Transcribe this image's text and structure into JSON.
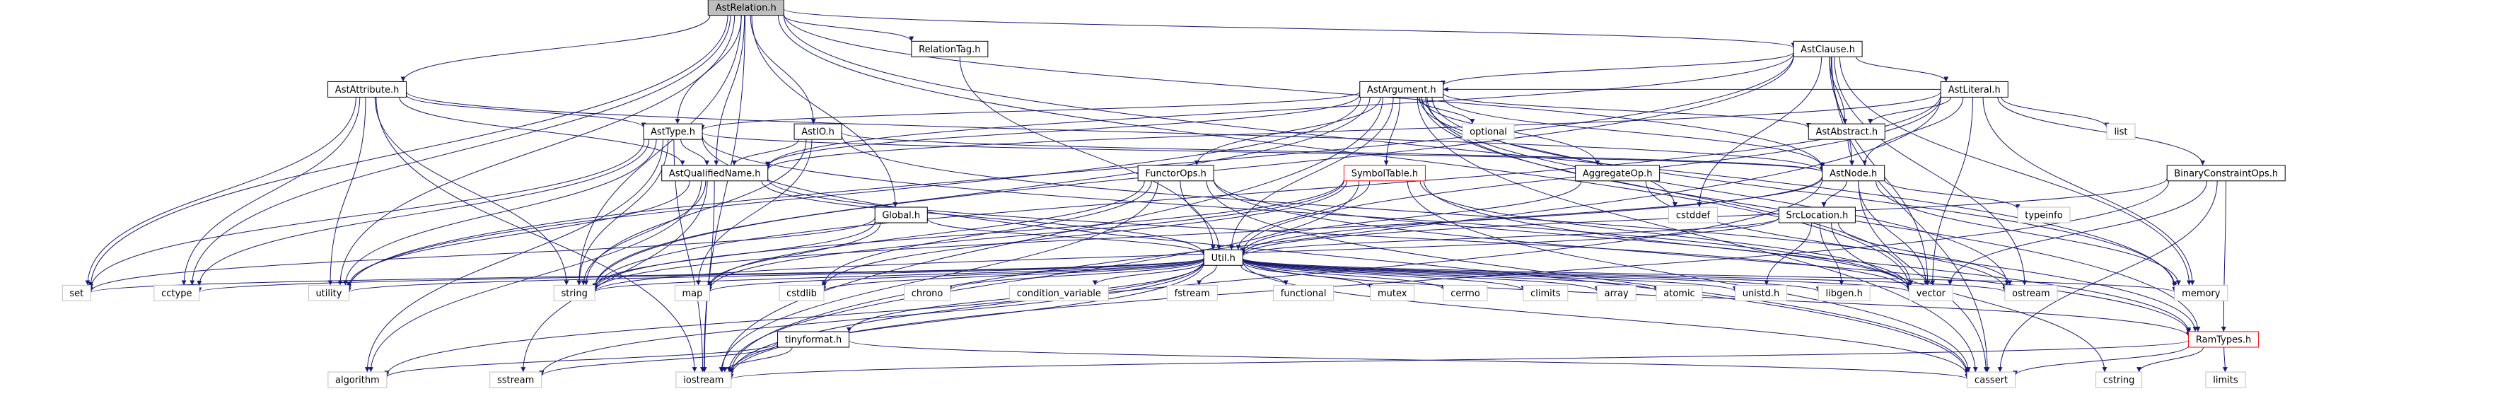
{
  "diagram": {
    "type": "include-dependency-graph",
    "root": "AstRelation.h",
    "colors": {
      "edge": "#191970",
      "node_border": "#bfbfbf",
      "node_fill": "#ffffff",
      "root_fill": "#bfbfbf",
      "root_border": "#000000",
      "documented_border": "#000000",
      "highlighted_border": "#ff0000",
      "text": "#000000",
      "external_text": "#000000"
    },
    "nodes": [
      {
        "id": "AstRelation",
        "label": "AstRelation.h",
        "kind": "root"
      },
      {
        "id": "RelationTag",
        "label": "RelationTag.h",
        "kind": "documented"
      },
      {
        "id": "AstClause",
        "label": "AstClause.h",
        "kind": "documented"
      },
      {
        "id": "AstAttribute",
        "label": "AstAttribute.h",
        "kind": "documented"
      },
      {
        "id": "AstArgument",
        "label": "AstArgument.h",
        "kind": "documented"
      },
      {
        "id": "AstLiteral",
        "label": "AstLiteral.h",
        "kind": "documented"
      },
      {
        "id": "AstType",
        "label": "AstType.h",
        "kind": "documented"
      },
      {
        "id": "AstIO",
        "label": "AstIO.h",
        "kind": "documented"
      },
      {
        "id": "optional",
        "label": "optional",
        "kind": "external"
      },
      {
        "id": "AstAbstract",
        "label": "AstAbstract.h",
        "kind": "documented"
      },
      {
        "id": "list",
        "label": "list",
        "kind": "external"
      },
      {
        "id": "AstNode",
        "label": "AstNode.h",
        "kind": "documented"
      },
      {
        "id": "AstQualifiedName",
        "label": "AstQualifiedName.h",
        "kind": "documented"
      },
      {
        "id": "FunctorOps",
        "label": "FunctorOps.h",
        "kind": "documented"
      },
      {
        "id": "SymbolTable",
        "label": "SymbolTable.h",
        "kind": "highlighted"
      },
      {
        "id": "AggregateOp",
        "label": "AggregateOp.h",
        "kind": "documented"
      },
      {
        "id": "BinaryConstraintOps",
        "label": "BinaryConstraintOps.h",
        "kind": "documented"
      },
      {
        "id": "Global",
        "label": "Global.h",
        "kind": "documented"
      },
      {
        "id": "cstddef",
        "label": "cstddef",
        "kind": "external"
      },
      {
        "id": "SrcLocation",
        "label": "SrcLocation.h",
        "kind": "documented"
      },
      {
        "id": "typeinfo",
        "label": "typeinfo",
        "kind": "external"
      },
      {
        "id": "Util",
        "label": "Util.h",
        "kind": "documented"
      },
      {
        "id": "set",
        "label": "set",
        "kind": "external"
      },
      {
        "id": "cctype",
        "label": "cctype",
        "kind": "external"
      },
      {
        "id": "utility",
        "label": "utility",
        "kind": "external"
      },
      {
        "id": "string",
        "label": "string",
        "kind": "external"
      },
      {
        "id": "map",
        "label": "map",
        "kind": "external"
      },
      {
        "id": "cstdlib",
        "label": "cstdlib",
        "kind": "external"
      },
      {
        "id": "chrono",
        "label": "chrono",
        "kind": "external"
      },
      {
        "id": "condition_variable",
        "label": "condition_variable",
        "kind": "external"
      },
      {
        "id": "fstream",
        "label": "fstream",
        "kind": "external"
      },
      {
        "id": "functional",
        "label": "functional",
        "kind": "external"
      },
      {
        "id": "mutex",
        "label": "mutex",
        "kind": "external"
      },
      {
        "id": "cerrno",
        "label": "cerrno",
        "kind": "external"
      },
      {
        "id": "climits",
        "label": "climits",
        "kind": "external"
      },
      {
        "id": "array",
        "label": "array",
        "kind": "external"
      },
      {
        "id": "atomic",
        "label": "atomic",
        "kind": "external"
      },
      {
        "id": "unistd",
        "label": "unistd.h",
        "kind": "external"
      },
      {
        "id": "libgen",
        "label": "libgen.h",
        "kind": "external"
      },
      {
        "id": "vector",
        "label": "vector",
        "kind": "external"
      },
      {
        "id": "ostream",
        "label": "ostream",
        "kind": "external"
      },
      {
        "id": "memory",
        "label": "memory",
        "kind": "external"
      },
      {
        "id": "tinyformat",
        "label": "tinyformat.h",
        "kind": "documented"
      },
      {
        "id": "RamTypes",
        "label": "RamTypes.h",
        "kind": "highlighted"
      },
      {
        "id": "algorithm",
        "label": "algorithm",
        "kind": "external"
      },
      {
        "id": "sstream",
        "label": "sstream",
        "kind": "external"
      },
      {
        "id": "iostream",
        "label": "iostream",
        "kind": "external"
      },
      {
        "id": "cassert",
        "label": "cassert",
        "kind": "external"
      },
      {
        "id": "cstring",
        "label": "cstring",
        "kind": "external"
      },
      {
        "id": "limits",
        "label": "limits",
        "kind": "external"
      }
    ],
    "edges": [
      [
        "AstRelation",
        "RelationTag"
      ],
      [
        "AstRelation",
        "AstClause"
      ],
      [
        "AstRelation",
        "AstAttribute"
      ],
      [
        "AstRelation",
        "AstType"
      ],
      [
        "AstRelation",
        "AstIO"
      ],
      [
        "AstRelation",
        "AstQualifiedName"
      ],
      [
        "AstRelation",
        "AstNode"
      ],
      [
        "AstRelation",
        "Global"
      ],
      [
        "AstRelation",
        "string"
      ],
      [
        "AstRelation",
        "set"
      ],
      [
        "AstRelation",
        "cctype"
      ],
      [
        "AstRelation",
        "iostream"
      ],
      [
        "AstRelation",
        "memory"
      ],
      [
        "AstRelation",
        "vector"
      ],
      [
        "AstRelation",
        "utility"
      ],
      [
        "RelationTag",
        "Util"
      ],
      [
        "AstClause",
        "AstArgument"
      ],
      [
        "AstClause",
        "AstLiteral"
      ],
      [
        "AstClause",
        "AstAbstract"
      ],
      [
        "AstClause",
        "AstNode"
      ],
      [
        "AstClause",
        "AstQualifiedName"
      ],
      [
        "AstClause",
        "cstddef"
      ],
      [
        "AstClause",
        "memory"
      ],
      [
        "AstClause",
        "ostream"
      ],
      [
        "AstClause",
        "vector"
      ],
      [
        "AstClause",
        "utility"
      ],
      [
        "AstClause",
        "cassert"
      ],
      [
        "AstClause",
        "string"
      ],
      [
        "AstAttribute",
        "AstType"
      ],
      [
        "AstAttribute",
        "AstNode"
      ],
      [
        "AstAttribute",
        "AstQualifiedName"
      ],
      [
        "AstAttribute",
        "set"
      ],
      [
        "AstAttribute",
        "cctype"
      ],
      [
        "AstAttribute",
        "iostream"
      ],
      [
        "AstAttribute",
        "string"
      ],
      [
        "AstAttribute",
        "utility"
      ],
      [
        "AstArgument",
        "AstAbstract"
      ],
      [
        "AstArgument",
        "AstNode"
      ],
      [
        "AstArgument",
        "AstType"
      ],
      [
        "AstArgument",
        "FunctorOps"
      ],
      [
        "AstArgument",
        "SymbolTable"
      ],
      [
        "AstArgument",
        "AggregateOp"
      ],
      [
        "AstArgument",
        "optional"
      ],
      [
        "AstArgument",
        "AstQualifiedName"
      ],
      [
        "AstArgument",
        "RamTypes"
      ],
      [
        "AstArgument",
        "Util"
      ],
      [
        "AstArgument",
        "cassert"
      ],
      [
        "AstArgument",
        "cstddef"
      ],
      [
        "AstArgument",
        "iostream"
      ],
      [
        "AstArgument",
        "memory"
      ],
      [
        "AstArgument",
        "string"
      ],
      [
        "AstArgument",
        "utility"
      ],
      [
        "AstArgument",
        "vector"
      ],
      [
        "AstArgument",
        "ostream"
      ],
      [
        "AstLiteral",
        "AstAbstract"
      ],
      [
        "AstLiteral",
        "AstArgument"
      ],
      [
        "AstLiteral",
        "AstNode"
      ],
      [
        "AstLiteral",
        "AstQualifiedName"
      ],
      [
        "AstLiteral",
        "BinaryConstraintOps"
      ],
      [
        "AstLiteral",
        "list"
      ],
      [
        "AstLiteral",
        "memory"
      ],
      [
        "AstLiteral",
        "string"
      ],
      [
        "AstLiteral",
        "vector"
      ],
      [
        "AstLiteral",
        "iostream"
      ],
      [
        "AstLiteral",
        "Util"
      ],
      [
        "AstType",
        "AstNode"
      ],
      [
        "AstType",
        "AstQualifiedName"
      ],
      [
        "AstType",
        "set"
      ],
      [
        "AstType",
        "string"
      ],
      [
        "AstType",
        "utility"
      ],
      [
        "AstType",
        "vector"
      ],
      [
        "AstType",
        "cassert"
      ],
      [
        "AstType",
        "algorithm"
      ],
      [
        "AstType",
        "iostream"
      ],
      [
        "AstType",
        "cctype"
      ],
      [
        "AstIO",
        "AstNode"
      ],
      [
        "AstIO",
        "AstQualifiedName"
      ],
      [
        "AstIO",
        "map"
      ],
      [
        "AstIO",
        "ostream"
      ],
      [
        "AstIO",
        "string"
      ],
      [
        "AstAbstract",
        "AstNode"
      ],
      [
        "AstNode",
        "SrcLocation"
      ],
      [
        "AstNode",
        "typeinfo"
      ],
      [
        "AstNode",
        "memory"
      ],
      [
        "AstNode",
        "string"
      ],
      [
        "AstNode",
        "vector"
      ],
      [
        "AstNode",
        "Util"
      ],
      [
        "AstNode",
        "cassert"
      ],
      [
        "AstNode",
        "iostream"
      ],
      [
        "AstQualifiedName",
        "Util"
      ],
      [
        "AstQualifiedName",
        "algorithm"
      ],
      [
        "AstQualifiedName",
        "iostream"
      ],
      [
        "AstQualifiedName",
        "sstream"
      ],
      [
        "AstQualifiedName",
        "string"
      ],
      [
        "AstQualifiedName",
        "utility"
      ],
      [
        "AstQualifiedName",
        "vector"
      ],
      [
        "FunctorOps",
        "Util"
      ],
      [
        "FunctorOps",
        "RamTypes"
      ],
      [
        "FunctorOps",
        "map"
      ],
      [
        "FunctorOps",
        "vector"
      ],
      [
        "FunctorOps",
        "cassert"
      ],
      [
        "FunctorOps",
        "cstdlib"
      ],
      [
        "FunctorOps",
        "iostream"
      ],
      [
        "SymbolTable",
        "Util"
      ],
      [
        "SymbolTable",
        "RamTypes"
      ],
      [
        "SymbolTable",
        "map"
      ],
      [
        "SymbolTable",
        "string"
      ],
      [
        "SymbolTable",
        "vector"
      ],
      [
        "SymbolTable",
        "iostream"
      ],
      [
        "SymbolTable",
        "cassert"
      ],
      [
        "SymbolTable",
        "cstdlib"
      ],
      [
        "AggregateOp",
        "Util"
      ],
      [
        "AggregateOp",
        "RamTypes"
      ],
      [
        "BinaryConstraintOps",
        "Util"
      ],
      [
        "BinaryConstraintOps",
        "RamTypes"
      ],
      [
        "BinaryConstraintOps",
        "cassert"
      ],
      [
        "BinaryConstraintOps",
        "iostream"
      ],
      [
        "BinaryConstraintOps",
        "vector"
      ],
      [
        "Global",
        "Util"
      ],
      [
        "Global",
        "map"
      ],
      [
        "Global",
        "string"
      ],
      [
        "Global",
        "set"
      ],
      [
        "SrcLocation",
        "Util"
      ],
      [
        "SrcLocation",
        "ostream"
      ],
      [
        "SrcLocation",
        "string"
      ],
      [
        "SrcLocation",
        "cstring"
      ],
      [
        "SrcLocation",
        "unistd"
      ],
      [
        "SrcLocation",
        "libgen"
      ],
      [
        "Util",
        "set"
      ],
      [
        "Util",
        "cctype"
      ],
      [
        "Util",
        "utility"
      ],
      [
        "Util",
        "string"
      ],
      [
        "Util",
        "map"
      ],
      [
        "Util",
        "cstdlib"
      ],
      [
        "Util",
        "chrono"
      ],
      [
        "Util",
        "condition_variable"
      ],
      [
        "Util",
        "fstream"
      ],
      [
        "Util",
        "functional"
      ],
      [
        "Util",
        "mutex"
      ],
      [
        "Util",
        "cerrno"
      ],
      [
        "Util",
        "climits"
      ],
      [
        "Util",
        "array"
      ],
      [
        "Util",
        "atomic"
      ],
      [
        "Util",
        "unistd"
      ],
      [
        "Util",
        "libgen"
      ],
      [
        "Util",
        "vector"
      ],
      [
        "Util",
        "ostream"
      ],
      [
        "Util",
        "memory"
      ],
      [
        "Util",
        "tinyformat"
      ],
      [
        "Util",
        "RamTypes"
      ],
      [
        "Util",
        "algorithm"
      ],
      [
        "Util",
        "sstream"
      ],
      [
        "Util",
        "iostream"
      ],
      [
        "Util",
        "cassert"
      ],
      [
        "tinyformat",
        "algorithm"
      ],
      [
        "tinyformat",
        "sstream"
      ],
      [
        "tinyformat",
        "iostream"
      ],
      [
        "tinyformat",
        "cassert"
      ],
      [
        "RamTypes",
        "cassert"
      ],
      [
        "RamTypes",
        "cstring"
      ],
      [
        "RamTypes",
        "limits"
      ],
      [
        "RamTypes",
        "iostream"
      ]
    ]
  }
}
